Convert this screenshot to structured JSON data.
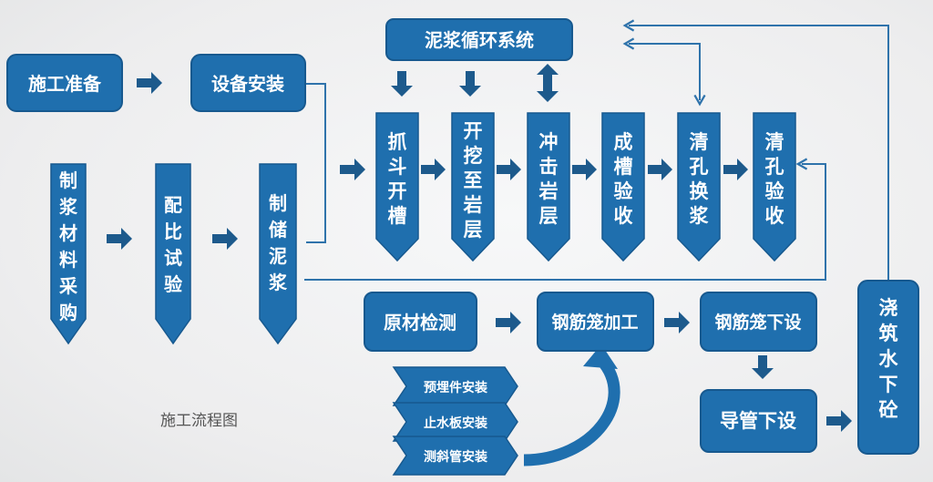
{
  "title": "施工流程图",
  "colors": {
    "node_fill": "#1f6fae",
    "node_stroke": "#17598f",
    "arrow": "#1d5a8c",
    "line": "#2f73ab",
    "text": "#ffffff",
    "background": "#eeeff0"
  },
  "nodes": {
    "prep": "施工准备",
    "equip_install": "设备安装",
    "mud_system": "泥浆循环系统",
    "material_purchase": "制浆材料采购",
    "mix_test": "配比试验",
    "make_store_mud": "制储泥浆",
    "grab_trench": "抓斗开槽",
    "excavate_to_rock": "开挖至岩层",
    "impact_rock": "冲击岩层",
    "trench_acceptance": "成槽验收",
    "clean_replace_mud": "清孔换浆",
    "clean_acceptance": "清孔验收",
    "raw_material_test": "原材检测",
    "cage_fabrication": "钢筋笼加工",
    "cage_lowering": "钢筋笼下设",
    "pipe_lowering": "导管下设",
    "underwater_pour": "浇筑水下砼",
    "embedded_parts": "预埋件安装",
    "waterstop": "止水板安装",
    "inclinometer": "测斜管安装"
  }
}
